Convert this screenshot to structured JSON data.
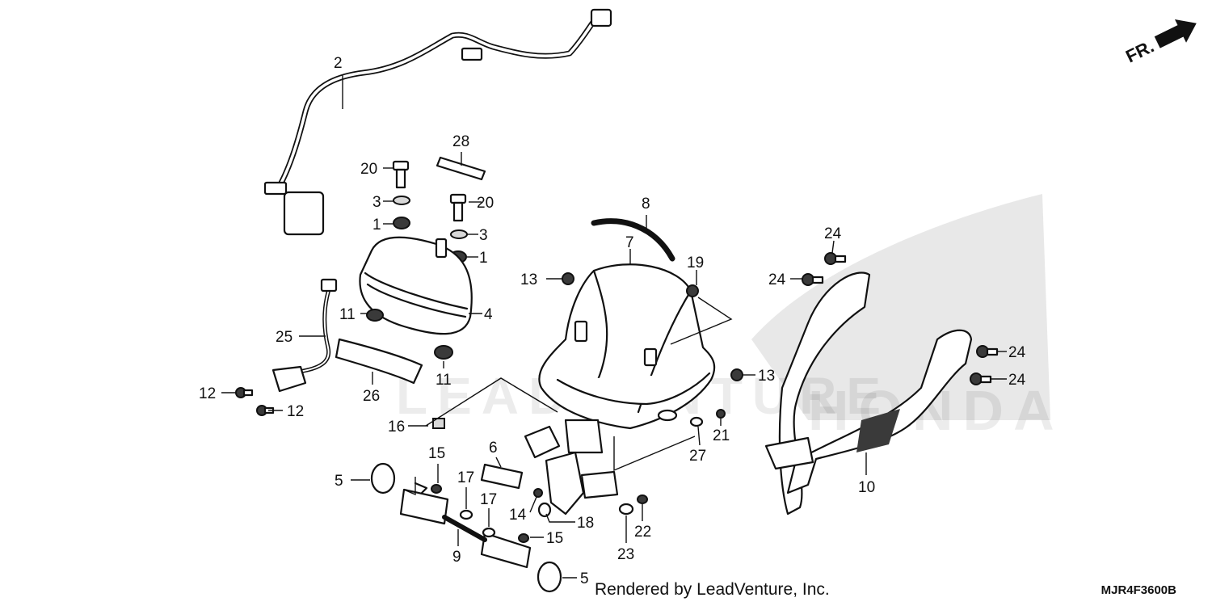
{
  "direction_arrow": {
    "label": "FR.",
    "icon": "front-arrow-icon"
  },
  "watermark": {
    "text": "LEADVENTURE",
    "brand_text": "HONDA",
    "brand_icon": "honda-wing-icon"
  },
  "footer": {
    "credit": "Rendered by LeadVenture, Inc.",
    "diagram_code": "MJR4F3600B"
  },
  "callouts": [
    "2",
    "28",
    "20",
    "3",
    "20",
    "1",
    "3",
    "1",
    "4",
    "25",
    "11",
    "11",
    "26",
    "12",
    "12",
    "8",
    "7",
    "13",
    "19",
    "16",
    "24",
    "24",
    "24",
    "24",
    "13",
    "21",
    "27",
    "10",
    "6",
    "15",
    "5",
    "17",
    "17",
    "14",
    "18",
    "15",
    "9",
    "5",
    "22",
    "23"
  ]
}
